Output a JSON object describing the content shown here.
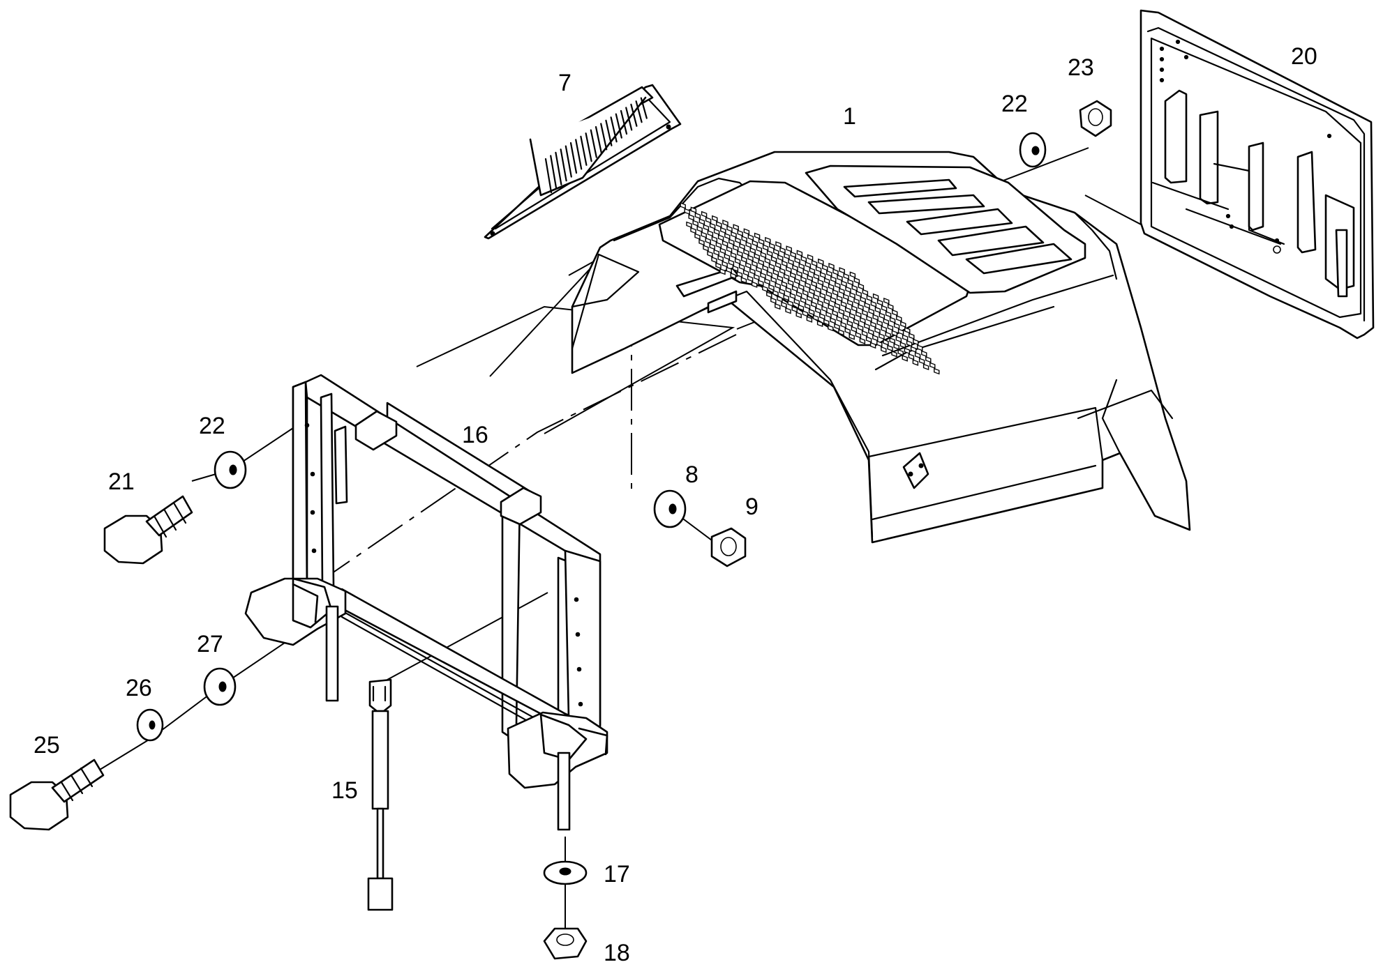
{
  "diagram": {
    "callouts": [
      "1",
      "7",
      "8",
      "9",
      "15",
      "16",
      "17",
      "18",
      "20",
      "21",
      "22",
      "22",
      "23",
      "25",
      "26",
      "27"
    ]
  },
  "colors": {
    "line": "#000000",
    "background": "#ffffff"
  }
}
